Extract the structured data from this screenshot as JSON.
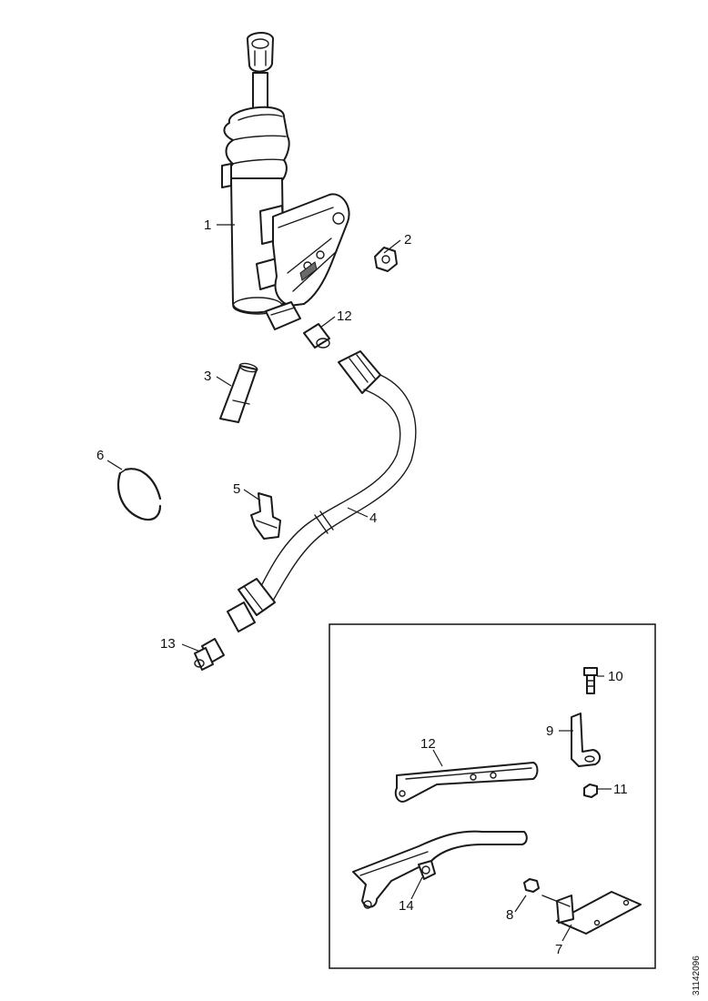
{
  "callouts": {
    "c1": "1",
    "c2": "2",
    "c3": "3",
    "c4": "4",
    "c5": "5",
    "c6": "6",
    "c7": "7",
    "c8": "8",
    "c9": "9",
    "c10": "10",
    "c11": "11",
    "c12a": "12",
    "c12b": "12",
    "c13": "13",
    "c14": "14"
  },
  "doc_id": "31142096"
}
